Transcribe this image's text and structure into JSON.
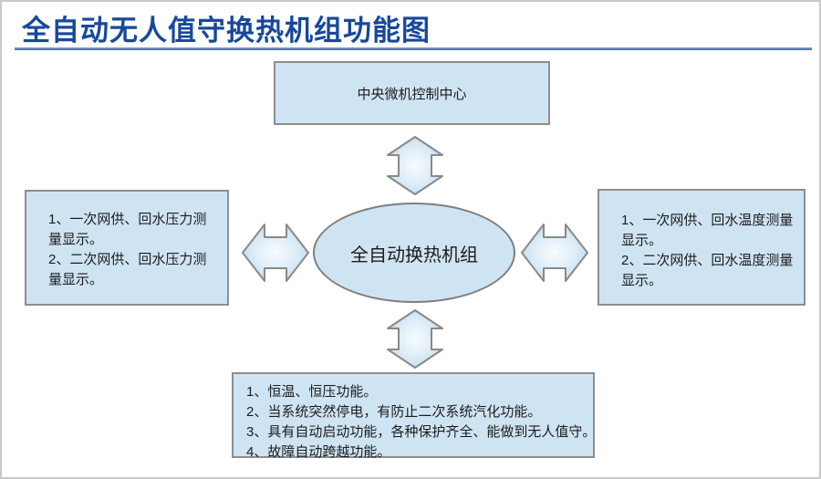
{
  "page": {
    "title": "全自动无人值守换热机组功能图"
  },
  "diagram": {
    "top_box": {
      "label": "中央微机控制中心"
    },
    "center_ellipse": {
      "label": "全自动换热机组"
    },
    "left_box": {
      "lines": [
        "1、一次网供、回水压力测量显示。",
        "2、二次网供、回水压力测量显示。"
      ]
    },
    "right_box": {
      "lines": [
        "1、一次网供、回水温度测量显示。",
        "2、二次网供、回水温度测量显示。"
      ]
    },
    "bottom_box": {
      "lines": [
        "1、恒温、恒压功能。",
        "2、当系统突然停电，有防止二次系统汽化功能。",
        "3、具有自动启动功能，各种保护齐全、能做到无人值守。",
        "4、故障自动跨越功能。"
      ]
    },
    "arrows": [
      {
        "name": "top-double-arrow",
        "direction": "vertical"
      },
      {
        "name": "left-double-arrow",
        "direction": "horizontal"
      },
      {
        "name": "right-double-arrow",
        "direction": "horizontal"
      },
      {
        "name": "bottom-double-arrow",
        "direction": "vertical"
      }
    ]
  },
  "colors": {
    "title_text": "#17489c",
    "title_rule": "#3d67ae",
    "node_fill": "#cfe4f3",
    "node_border": "#8e8e8e",
    "arrow_fill_center": "#f8fcfe",
    "arrow_fill_edge": "#bcd9ee",
    "body_text": "#1c1c1c",
    "frame_border": "#c9c9c9"
  }
}
